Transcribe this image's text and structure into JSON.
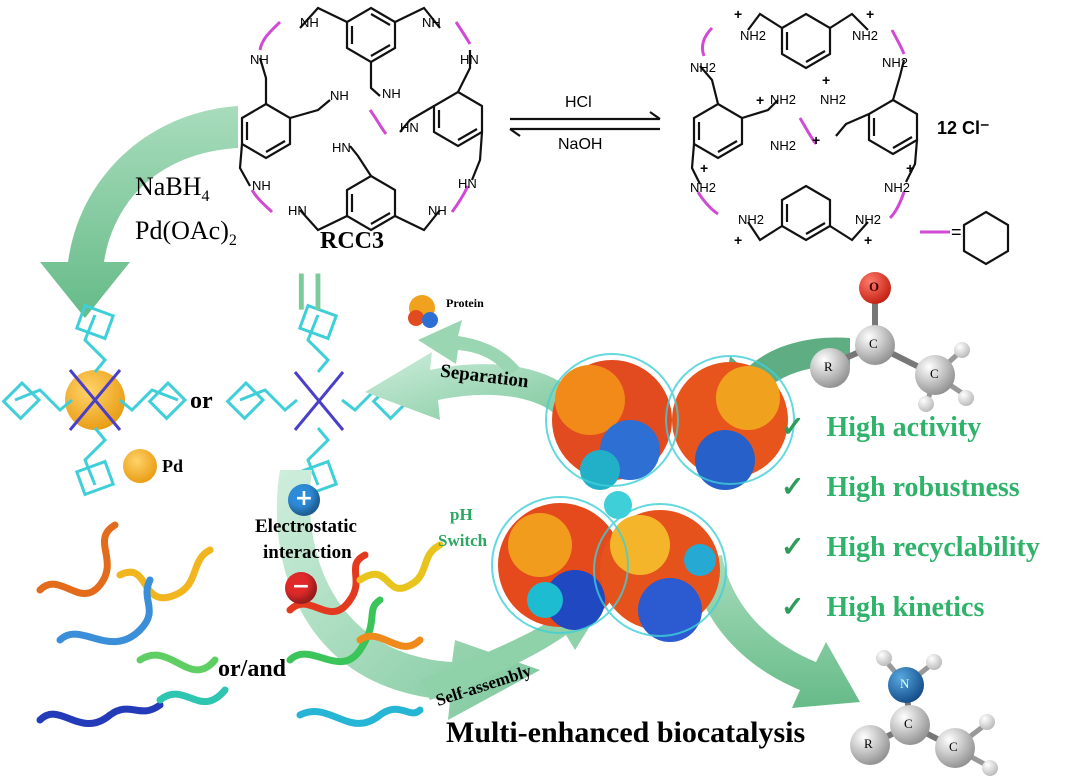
{
  "molecule": {
    "rcc3_label": "RCC3",
    "nh_label": "NH",
    "hn_label": "HN",
    "nh2_label": "NH2",
    "plus_symbol": "+",
    "chloride_label": "12 Cl⁻",
    "equals_cyclohexane": "=",
    "linker_color": "#d04ad3"
  },
  "reaction": {
    "acid_label": "HCl",
    "base_label": "NaOH",
    "reagent_line1": "NaBH",
    "reagent_line1_sub": "4",
    "reagent_line2": "Pd(OAc)",
    "reagent_line2_sub": "2",
    "equals_sign": "||"
  },
  "cage_models": {
    "or_label": "or",
    "pd_label": "Pd",
    "or_and_label": "or/and",
    "protein_label": "Protein",
    "cage_color": "#3fcfd8",
    "pd_color": "#f2a51c"
  },
  "cycle": {
    "separation_label": "Separation",
    "self_assembly_label": "Self-assembly",
    "ph_line1": "pH",
    "ph_line2": "Switch",
    "electrostatic_line1": "Electrostatic",
    "electrostatic_line2": "interaction",
    "positive_sign": "+",
    "negative_sign": "−",
    "positive_color": "#2e8bd8",
    "negative_color": "#e02a2a",
    "arrow_color": "#6fbf8e"
  },
  "properties": {
    "check_mark": "✓",
    "items": [
      "High activity",
      "High robustness",
      "High recyclability",
      "High kinetics"
    ],
    "color": "#2fb36a"
  },
  "atoms": {
    "oxygen": "O",
    "carbon": "C",
    "r_group": "R",
    "nitrogen": "N"
  },
  "footer": {
    "title": "Multi-enhanced biocatalysis"
  }
}
